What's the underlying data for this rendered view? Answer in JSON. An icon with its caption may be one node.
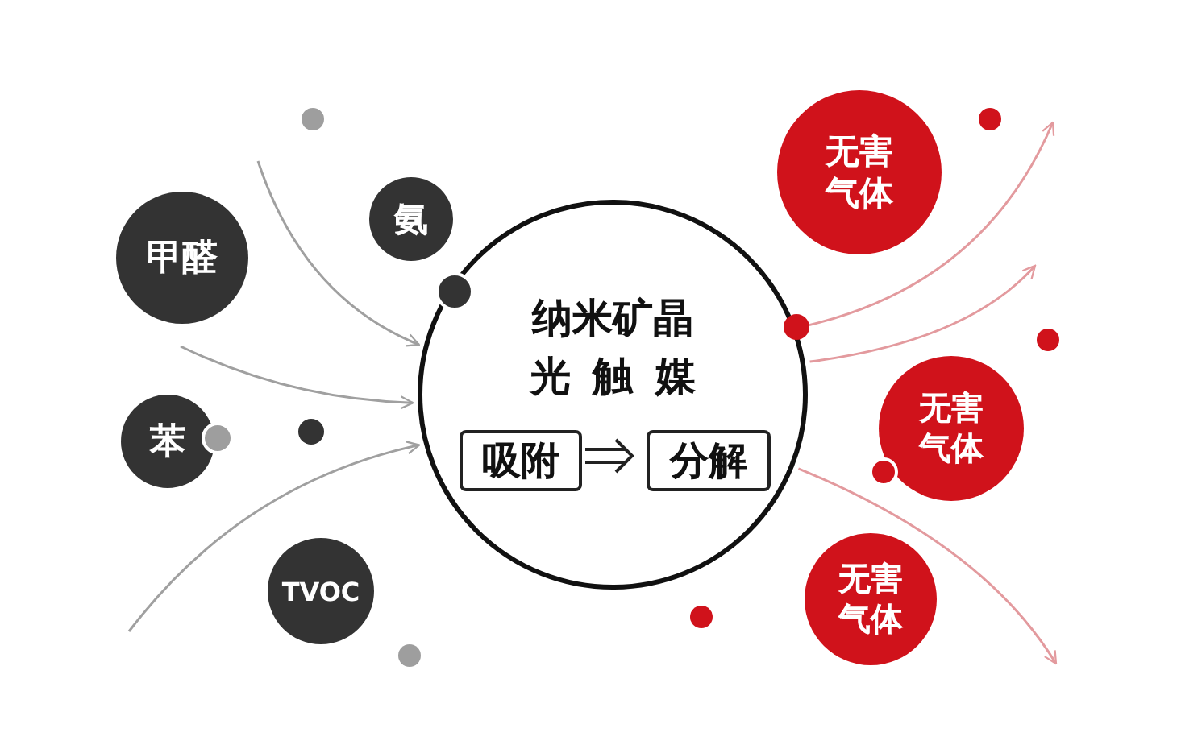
{
  "diagram": {
    "nodes": [
      {
        "text": [
          "甲醛"
        ]
      },
      {
        "text": [
          "氨"
        ]
      },
      {
        "text": [
          "苯"
        ]
      },
      {
        "text": [
          "TVOC"
        ]
      },
      {
        "text": [
          "纳米矿晶",
          "光触媒"
        ]
      },
      {
        "text": [
          "吸附"
        ],
        "in": 4
      },
      {
        "text": [
          "分解"
        ],
        "in": 4
      },
      {
        "text": [
          "无害气体"
        ]
      },
      {
        "text": [
          "无害气体"
        ]
      },
      {
        "text": [
          "无害气体"
        ]
      }
    ],
    "edges": [
      {
        "from": 5,
        "to": 6,
        "arrow": "to",
        "color": "#222222"
      },
      {
        "from": null,
        "to": 4,
        "arrow": "to"
      },
      {
        "from": null,
        "to": 4,
        "arrow": "to"
      },
      {
        "from": null,
        "to": 4,
        "arrow": "to"
      },
      {
        "from": 4,
        "to": null,
        "arrow": "to",
        "color": "#e39a9e"
      },
      {
        "from": 4,
        "to": null,
        "arrow": "to",
        "color": "#e39a9e"
      },
      {
        "from": 4,
        "to": null,
        "arrow": "to",
        "color": "#e39a9e"
      }
    ]
  }
}
